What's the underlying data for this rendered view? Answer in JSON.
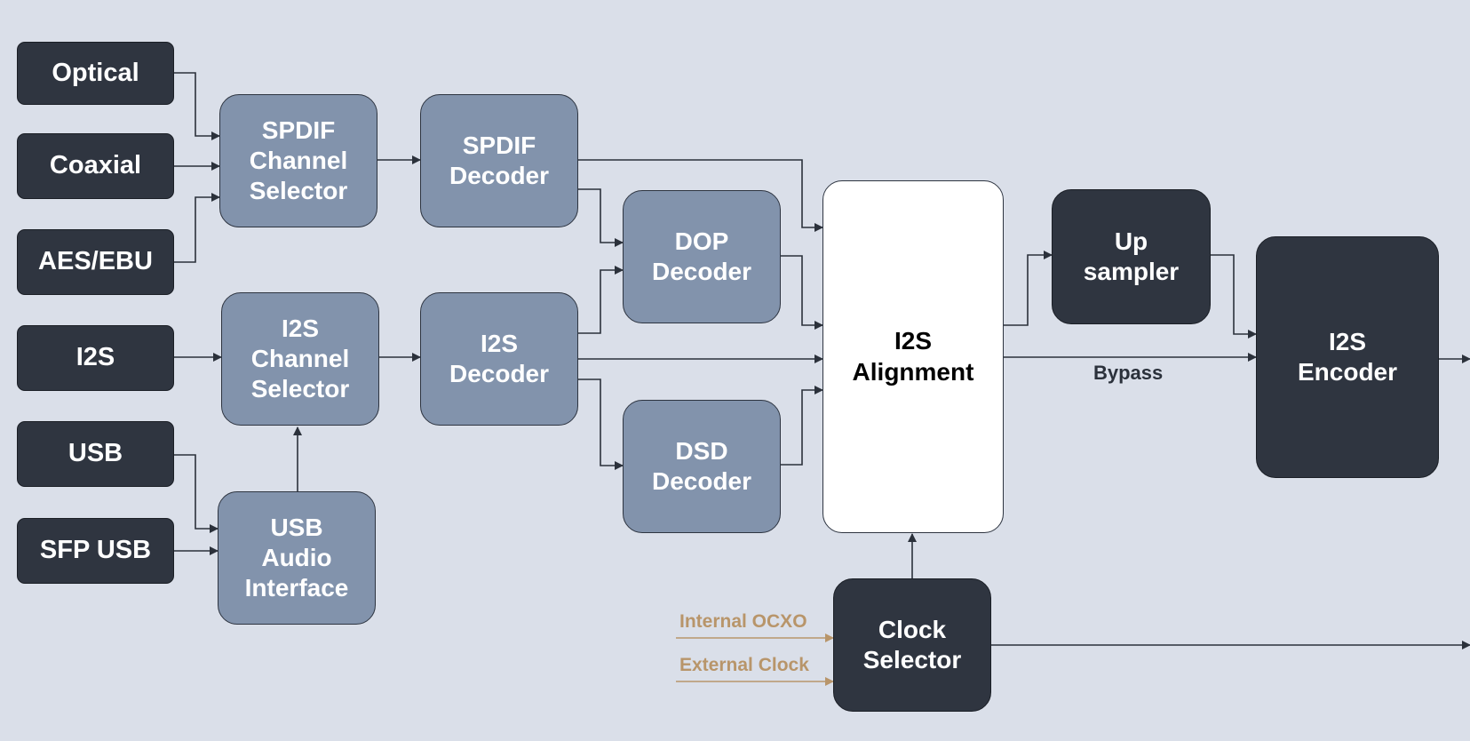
{
  "inputs": {
    "optical": "Optical",
    "coaxial": "Coaxial",
    "aes_ebu": "AES/EBU",
    "i2s": "I2S",
    "usb": "USB",
    "sfp_usb": "SFP USB"
  },
  "blocks": {
    "spdif_channel_selector": "SPDIF\nChannel\nSelector",
    "spdif_decoder": "SPDIF\nDecoder",
    "i2s_channel_selector": "I2S\nChannel\nSelector",
    "i2s_decoder": "I2S\nDecoder",
    "usb_audio_interface": "USB\nAudio\nInterface",
    "dop_decoder": "DOP\nDecoder",
    "dsd_decoder": "DSD\nDecoder",
    "i2s_alignment": "I2S\nAlignment",
    "up_sampler": "Up\nsampler",
    "i2s_encoder": "I2S\nEncoder",
    "clock_selector": "Clock\nSelector"
  },
  "labels": {
    "bypass": "Bypass",
    "internal_ocxo": "Internal OCXO",
    "external_clock": "External Clock"
  },
  "colors": {
    "background": "#dadfe9",
    "dark_block": "#2f3540",
    "mid_block": "#8293ac",
    "alignment_block": "#ffffff",
    "connector": "#2b313b",
    "clock_source": "#b8956a"
  }
}
